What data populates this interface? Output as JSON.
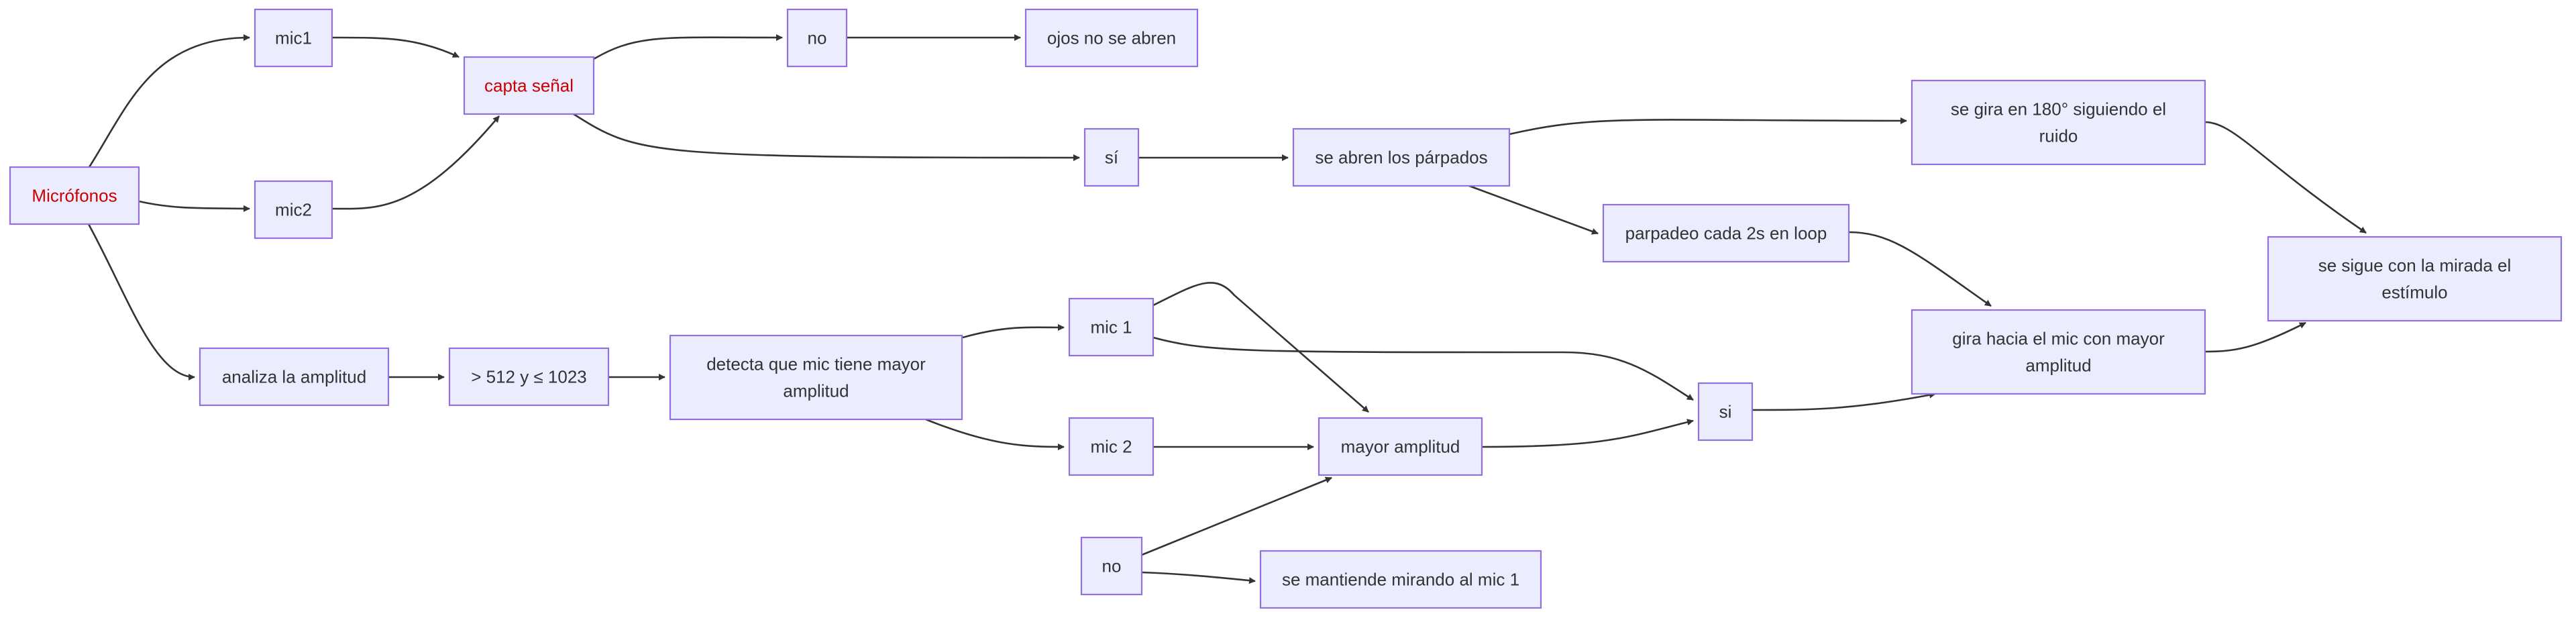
{
  "colors": {
    "node_fill": "#ECECFF",
    "node_stroke": "#9370DB",
    "edge": "#333333",
    "text": "#333333",
    "highlight_text": "#cc0000",
    "background": "#ffffff"
  },
  "nodes": [
    {
      "id": "microfonos",
      "lines": [
        "Micrófonos"
      ],
      "highlight": true
    },
    {
      "id": "mic1",
      "lines": [
        "mic1"
      ]
    },
    {
      "id": "mic2",
      "lines": [
        "mic2"
      ]
    },
    {
      "id": "capta",
      "lines": [
        "capta señal"
      ],
      "highlight": true
    },
    {
      "id": "no_top",
      "lines": [
        "no"
      ]
    },
    {
      "id": "ojos",
      "lines": [
        "ojos no se abren"
      ]
    },
    {
      "id": "si_top",
      "lines": [
        "sí"
      ]
    },
    {
      "id": "parpados",
      "lines": [
        "se abren los párpados"
      ]
    },
    {
      "id": "gira180",
      "lines": [
        "se gira en 180° siguiendo el",
        "ruido"
      ]
    },
    {
      "id": "parpadeo",
      "lines": [
        "parpadeo cada 2s en loop"
      ]
    },
    {
      "id": "sigue",
      "lines": [
        "se sigue con la mirada el",
        "estímulo"
      ]
    },
    {
      "id": "gira_mic",
      "lines": [
        "gira hacia el mic con mayor",
        "amplitud"
      ]
    },
    {
      "id": "analiza",
      "lines": [
        "analiza la amplitud"
      ]
    },
    {
      "id": "rango",
      "lines": [
        "> 512 y ≤ 1023"
      ]
    },
    {
      "id": "detecta",
      "lines": [
        "detecta que mic tiene mayor",
        "amplitud"
      ]
    },
    {
      "id": "mic_1",
      "lines": [
        "mic 1"
      ]
    },
    {
      "id": "mic_2",
      "lines": [
        "mic 2"
      ]
    },
    {
      "id": "mayor",
      "lines": [
        "mayor amplitud"
      ]
    },
    {
      "id": "si_bottom",
      "lines": [
        "si"
      ]
    },
    {
      "id": "no_bottom",
      "lines": [
        "no"
      ]
    },
    {
      "id": "mantiene",
      "lines": [
        "se mantiende mirando al mic 1"
      ]
    }
  ],
  "edges": [
    {
      "from": "microfonos",
      "to": "mic1"
    },
    {
      "from": "microfonos",
      "to": "mic2"
    },
    {
      "from": "microfonos",
      "to": "analiza"
    },
    {
      "from": "mic1",
      "to": "capta"
    },
    {
      "from": "mic2",
      "to": "capta"
    },
    {
      "from": "capta",
      "to": "no_top"
    },
    {
      "from": "capta",
      "to": "si_top"
    },
    {
      "from": "no_top",
      "to": "ojos"
    },
    {
      "from": "si_top",
      "to": "parpados"
    },
    {
      "from": "parpados",
      "to": "gira180"
    },
    {
      "from": "parpados",
      "to": "parpadeo"
    },
    {
      "from": "gira180",
      "to": "sigue"
    },
    {
      "from": "parpadeo",
      "to": "gira_mic"
    },
    {
      "from": "gira_mic",
      "to": "sigue"
    },
    {
      "from": "analiza",
      "to": "rango"
    },
    {
      "from": "rango",
      "to": "detecta"
    },
    {
      "from": "detecta",
      "to": "mic_1"
    },
    {
      "from": "detecta",
      "to": "mic_2"
    },
    {
      "from": "mic_1",
      "to": "mayor"
    },
    {
      "from": "mic_1",
      "to": "si_bottom"
    },
    {
      "from": "mic_2",
      "to": "mayor"
    },
    {
      "from": "mayor",
      "to": "si_bottom"
    },
    {
      "from": "si_bottom",
      "to": "gira_mic"
    },
    {
      "from": "no_bottom",
      "to": "mayor"
    },
    {
      "from": "no_bottom",
      "to": "mantiene"
    }
  ]
}
